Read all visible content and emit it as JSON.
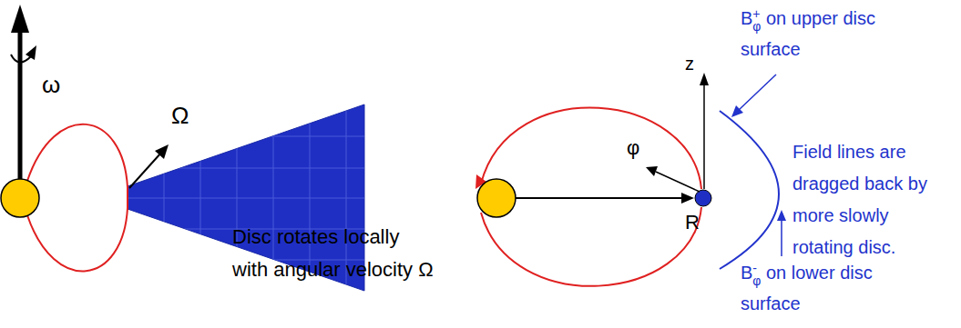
{
  "diagram": {
    "labels": [
      "ω",
      "Ω",
      "Disc rotates locally with angular velocity Ω",
      "z",
      "R",
      "φ",
      "B",
      "+",
      "φ",
      "on upper disc surface",
      "Field lines are dragged back by more slowly rotating disc.",
      "B",
      "-",
      "φ",
      "on lower disc surface"
    ]
  }
}
